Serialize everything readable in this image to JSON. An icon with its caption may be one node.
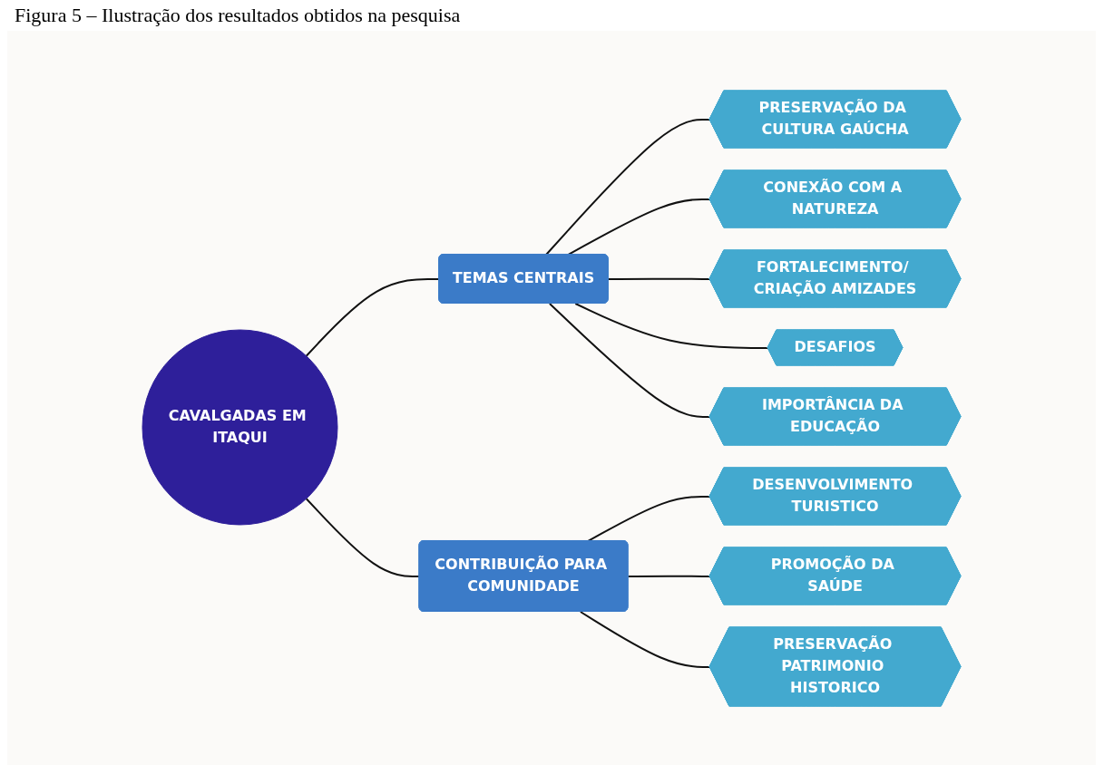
{
  "diagram": {
    "title": "Figura 5 – Ilustração dos resultados obtidos na pesquisa",
    "nodes": [
      {
        "text": [
          "CAVALGADAS EM ITAQUI"
        ]
      },
      {
        "text": [
          "TEMAS CENTRAIS"
        ]
      },
      {
        "text": [
          "PRESERVAÇÃO DA CULTURA GAÚCHA"
        ]
      },
      {
        "text": [
          "CONEXÃO COM A NATUREZA"
        ]
      },
      {
        "text": [
          "FORTALECIMENTO/ CRIAÇÃO AMIZADES"
        ]
      },
      {
        "text": [
          "DESAFIOS"
        ]
      },
      {
        "text": [
          "IMPORTÂNCIA DA EDUCAÇÃO"
        ]
      },
      {
        "text": [
          "CONTRIBUIÇÃO PARA COMUNIDADE"
        ]
      },
      {
        "text": [
          "DESENVOLVIMENTO TURISTICO"
        ]
      },
      {
        "text": [
          "PROMOÇÃO DA SAÚDE"
        ]
      },
      {
        "text": [
          "PRESERVAÇÃO PATRIMONIO HISTORICO"
        ]
      }
    ],
    "edges": [
      {
        "from": 0,
        "to": 1,
        "arrow": "none"
      },
      {
        "from": 0,
        "to": 7,
        "arrow": "none"
      },
      {
        "from": 1,
        "to": 2,
        "arrow": "none"
      },
      {
        "from": 1,
        "to": 3,
        "arrow": "none"
      },
      {
        "from": 1,
        "to": 4,
        "arrow": "none"
      },
      {
        "from": 1,
        "to": 5,
        "arrow": "none"
      },
      {
        "from": 1,
        "to": 6,
        "arrow": "none"
      },
      {
        "from": 7,
        "to": 8,
        "arrow": "none"
      },
      {
        "from": 7,
        "to": 9,
        "arrow": "none"
      },
      {
        "from": 7,
        "to": 10,
        "arrow": "none"
      }
    ]
  }
}
